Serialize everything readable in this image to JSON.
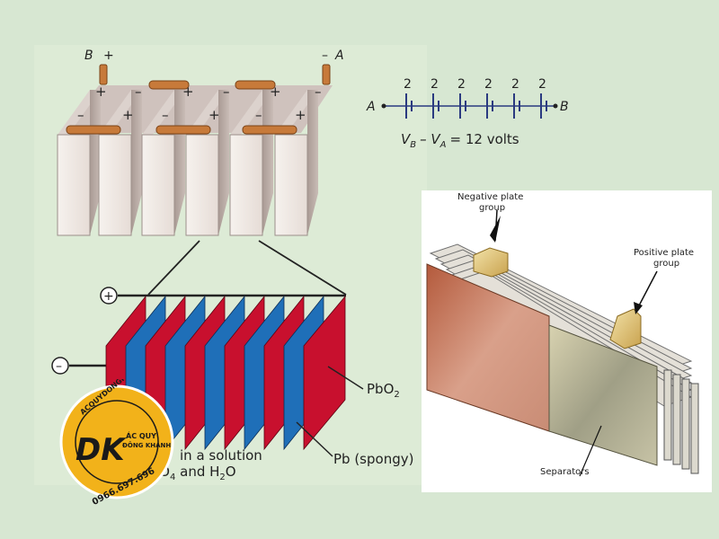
{
  "battery_top": {
    "terminal_b": "B",
    "terminal_a": "A",
    "plus": "+",
    "minus": "–"
  },
  "series_circuit": {
    "cell_voltage": "2",
    "end_a": "A",
    "end_b": "B",
    "equation_prefix": "V",
    "sub_b": "B",
    "equation_mid": "– V",
    "sub_a": "A",
    "equation_suffix": "= 12 volts"
  },
  "plate_diagram": {
    "plus_symbol": "+",
    "minus_symbol": "–",
    "pbo2_label": "PbO",
    "pbo2_sub": "2",
    "pb_label": "Pb (spongy)",
    "solution_line1": "in a solution",
    "solution_line2a": "H",
    "solution_line2_sub1": "2",
    "solution_line2b": "SO",
    "solution_line2_sub2": "4",
    "solution_line2c": " and H",
    "solution_line2_sub3": "2",
    "solution_line2d": "O"
  },
  "photo_labels": {
    "negative_line1": "Negative plate",
    "negative_line2": "group",
    "positive_line1": "Positive plate",
    "positive_line2": "group",
    "separators": "Separators"
  },
  "watermark": {
    "ring_text": "ACQUYDONGKHANH.VN",
    "logo": "DK",
    "brand_line1": "ÁC QUY",
    "brand_line2": "ĐÔNG KHÁNH",
    "phone": "0966.697.696"
  },
  "colors": {
    "background": "#d7e7d2",
    "red_plate": "#c8102e",
    "blue_plate": "#1f6fb8",
    "copper": "#c77a3a",
    "badge_gold": "#f2b21a"
  }
}
